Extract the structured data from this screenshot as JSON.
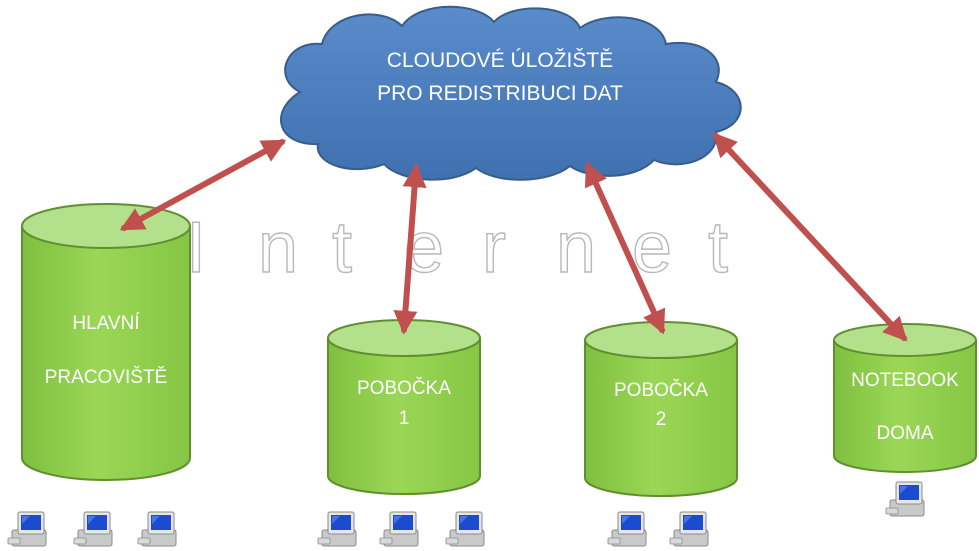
{
  "cloud": {
    "line1": "CLOUDOVÉ ÚLOŽIŠTĚ",
    "line2": "PRO REDISTRIBUCI DAT",
    "fill": "#4a7ebb",
    "stroke": "#385d8a"
  },
  "watermark": {
    "letters": [
      "I",
      "n",
      "t",
      "e",
      "r",
      "n",
      "e",
      "t"
    ]
  },
  "nodes": {
    "main": {
      "line1": "HLAVNÍ",
      "line2": "PRACOVIŠTĚ",
      "computers": 3
    },
    "branch1": {
      "line1": "POBOČKA",
      "line2": "1",
      "computers": 3
    },
    "branch2": {
      "line1": "POBOČKA",
      "line2": "2",
      "computers": 2
    },
    "notebook": {
      "line1": "NOTEBOOK",
      "line2": "DOMA",
      "computers": 1
    }
  },
  "colors": {
    "cylinder_fill": "#92d050",
    "cylinder_top": "#b3e08a",
    "cylinder_stroke": "#5f8f2e",
    "arrow": "#c0504d",
    "text": "#ffffff"
  },
  "icons": {
    "computer": "computer-icon",
    "arrow": "double-headed-arrow"
  }
}
